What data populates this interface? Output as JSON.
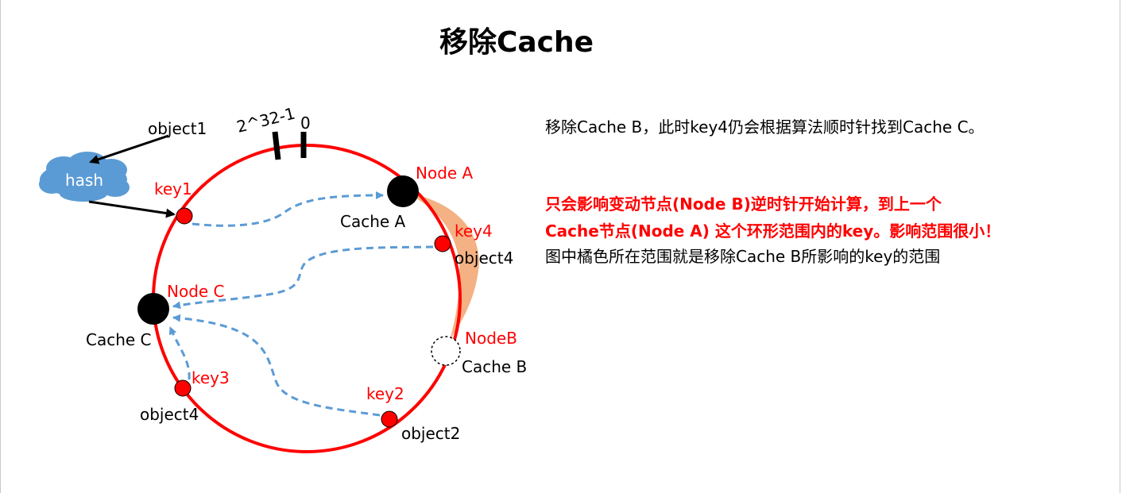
{
  "title": "移除Cache",
  "diagram": {
    "object1": "object1",
    "hash": "hash",
    "key1": "key1",
    "key2": "key2",
    "key3": "key3",
    "key4": "key4",
    "max_label": "2^32-1",
    "zero_label": "0",
    "node_a": "Node A",
    "node_b": "NodeB",
    "node_c": "Node C",
    "cache_a": "Cache A",
    "cache_b": "Cache B",
    "cache_c": "Cache C",
    "object2": "object2",
    "object4_right": "object4",
    "object4_left": "object4"
  },
  "text": {
    "line1": "移除Cache B，此时key4仍会根据算法顺时针找到Cache C。",
    "line2": "只会影响变动节点(Node B)逆时针开始计算，到上一个",
    "line3": "Cache节点(Node A) 这个环形范围内的key。影响范围很小！",
    "line4": "图中橘色所在范围就是移除Cache B所影响的key的范围"
  },
  "colors": {
    "ring": "#ff0000",
    "affected_range": "#f4b183",
    "arrow_dashed": "#5b9bd5",
    "cloud": "#5b9bd5",
    "highlight_text": "#ff0000"
  }
}
